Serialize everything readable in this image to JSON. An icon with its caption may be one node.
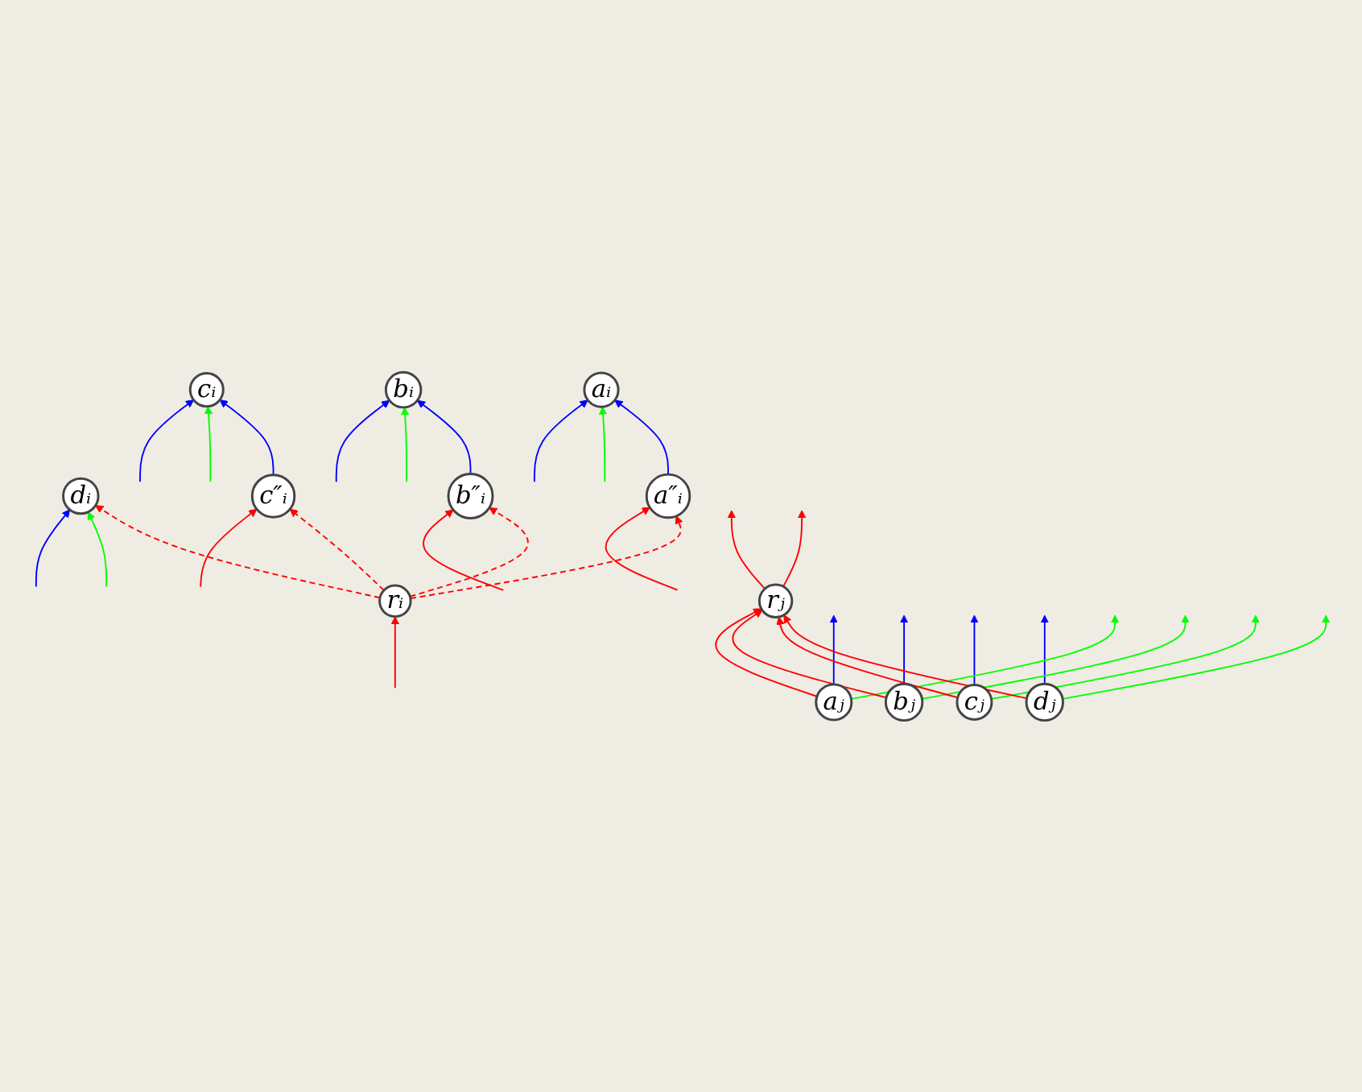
{
  "diagram": {
    "nodes": [
      {
        "text": [
          "dᵢ"
        ]
      },
      {
        "text": [
          "cᵢ"
        ]
      },
      {
        "text": [
          "c″ᵢ"
        ]
      },
      {
        "text": [
          "bᵢ"
        ]
      },
      {
        "text": [
          "b″ᵢ"
        ]
      },
      {
        "text": [
          "aᵢ"
        ]
      },
      {
        "text": [
          "a″ᵢ"
        ]
      },
      {
        "text": [
          "rᵢ"
        ]
      },
      {
        "text": [
          "rⱼ"
        ]
      },
      {
        "text": [
          "aⱼ"
        ]
      },
      {
        "text": [
          "bⱼ"
        ]
      },
      {
        "text": [
          "cⱼ"
        ]
      },
      {
        "text": [
          "dⱼ"
        ]
      }
    ],
    "edges": [
      {
        "from": null,
        "to": 0,
        "arrow": "to",
        "color": "#0000ff"
      },
      {
        "from": null,
        "to": 1,
        "arrow": "to",
        "color": "#0000ff"
      },
      {
        "from": null,
        "to": 3,
        "arrow": "to",
        "color": "#0000ff"
      },
      {
        "from": null,
        "to": 5,
        "arrow": "to",
        "color": "#0000ff"
      },
      {
        "from": null,
        "to": 0,
        "arrow": "to",
        "color": "#00ff00"
      },
      {
        "from": null,
        "to": 1,
        "arrow": "to",
        "color": "#00ff00"
      },
      {
        "from": null,
        "to": 3,
        "arrow": "to",
        "color": "#00ff00"
      },
      {
        "from": null,
        "to": 5,
        "arrow": "to",
        "color": "#00ff00"
      },
      {
        "from": 2,
        "to": 1,
        "arrow": "to",
        "color": "#0000ff"
      },
      {
        "from": 4,
        "to": 3,
        "arrow": "to",
        "color": "#0000ff"
      },
      {
        "from": 6,
        "to": 5,
        "arrow": "to",
        "color": "#0000ff"
      },
      {
        "from": null,
        "to": 6,
        "arrow": "to"
      },
      {
        "from": null,
        "to": 4,
        "arrow": "to"
      },
      {
        "from": null,
        "to": 2,
        "arrow": "to"
      },
      {
        "from": null,
        "to": 7,
        "arrow": "to"
      },
      {
        "from": 7,
        "to": 0,
        "arrow": "to",
        "style": "dashed"
      },
      {
        "from": 7,
        "to": 2,
        "arrow": "to",
        "style": "dashed"
      },
      {
        "from": 7,
        "to": 4,
        "arrow": "to",
        "style": "dashed"
      },
      {
        "from": 7,
        "to": 6,
        "arrow": "to",
        "style": "dashed"
      },
      {
        "from": 9,
        "to": null,
        "arrow": "to",
        "color": "#0000ff"
      },
      {
        "from": 10,
        "to": null,
        "arrow": "to",
        "color": "#0000ff"
      },
      {
        "from": 11,
        "to": null,
        "arrow": "to",
        "color": "#0000ff"
      },
      {
        "from": 12,
        "to": null,
        "arrow": "to",
        "color": "#0000ff"
      },
      {
        "from": 9,
        "to": null,
        "arrow": "to",
        "color": "#00ff00"
      },
      {
        "from": 10,
        "to": null,
        "arrow": "to",
        "color": "#00ff00"
      },
      {
        "from": 11,
        "to": null,
        "arrow": "to",
        "color": "#00ff00"
      },
      {
        "from": 12,
        "to": null,
        "arrow": "to",
        "color": "#00ff00"
      },
      {
        "from": 9,
        "to": 8,
        "arrow": "to"
      },
      {
        "from": 10,
        "to": 8,
        "arrow": "to"
      },
      {
        "from": 11,
        "to": 8,
        "arrow": "to"
      },
      {
        "from": 12,
        "to": 8,
        "arrow": "to"
      },
      {
        "from": 8,
        "to": null,
        "arrow": "to"
      },
      {
        "from": 8,
        "to": null,
        "arrow": "to"
      }
    ]
  }
}
